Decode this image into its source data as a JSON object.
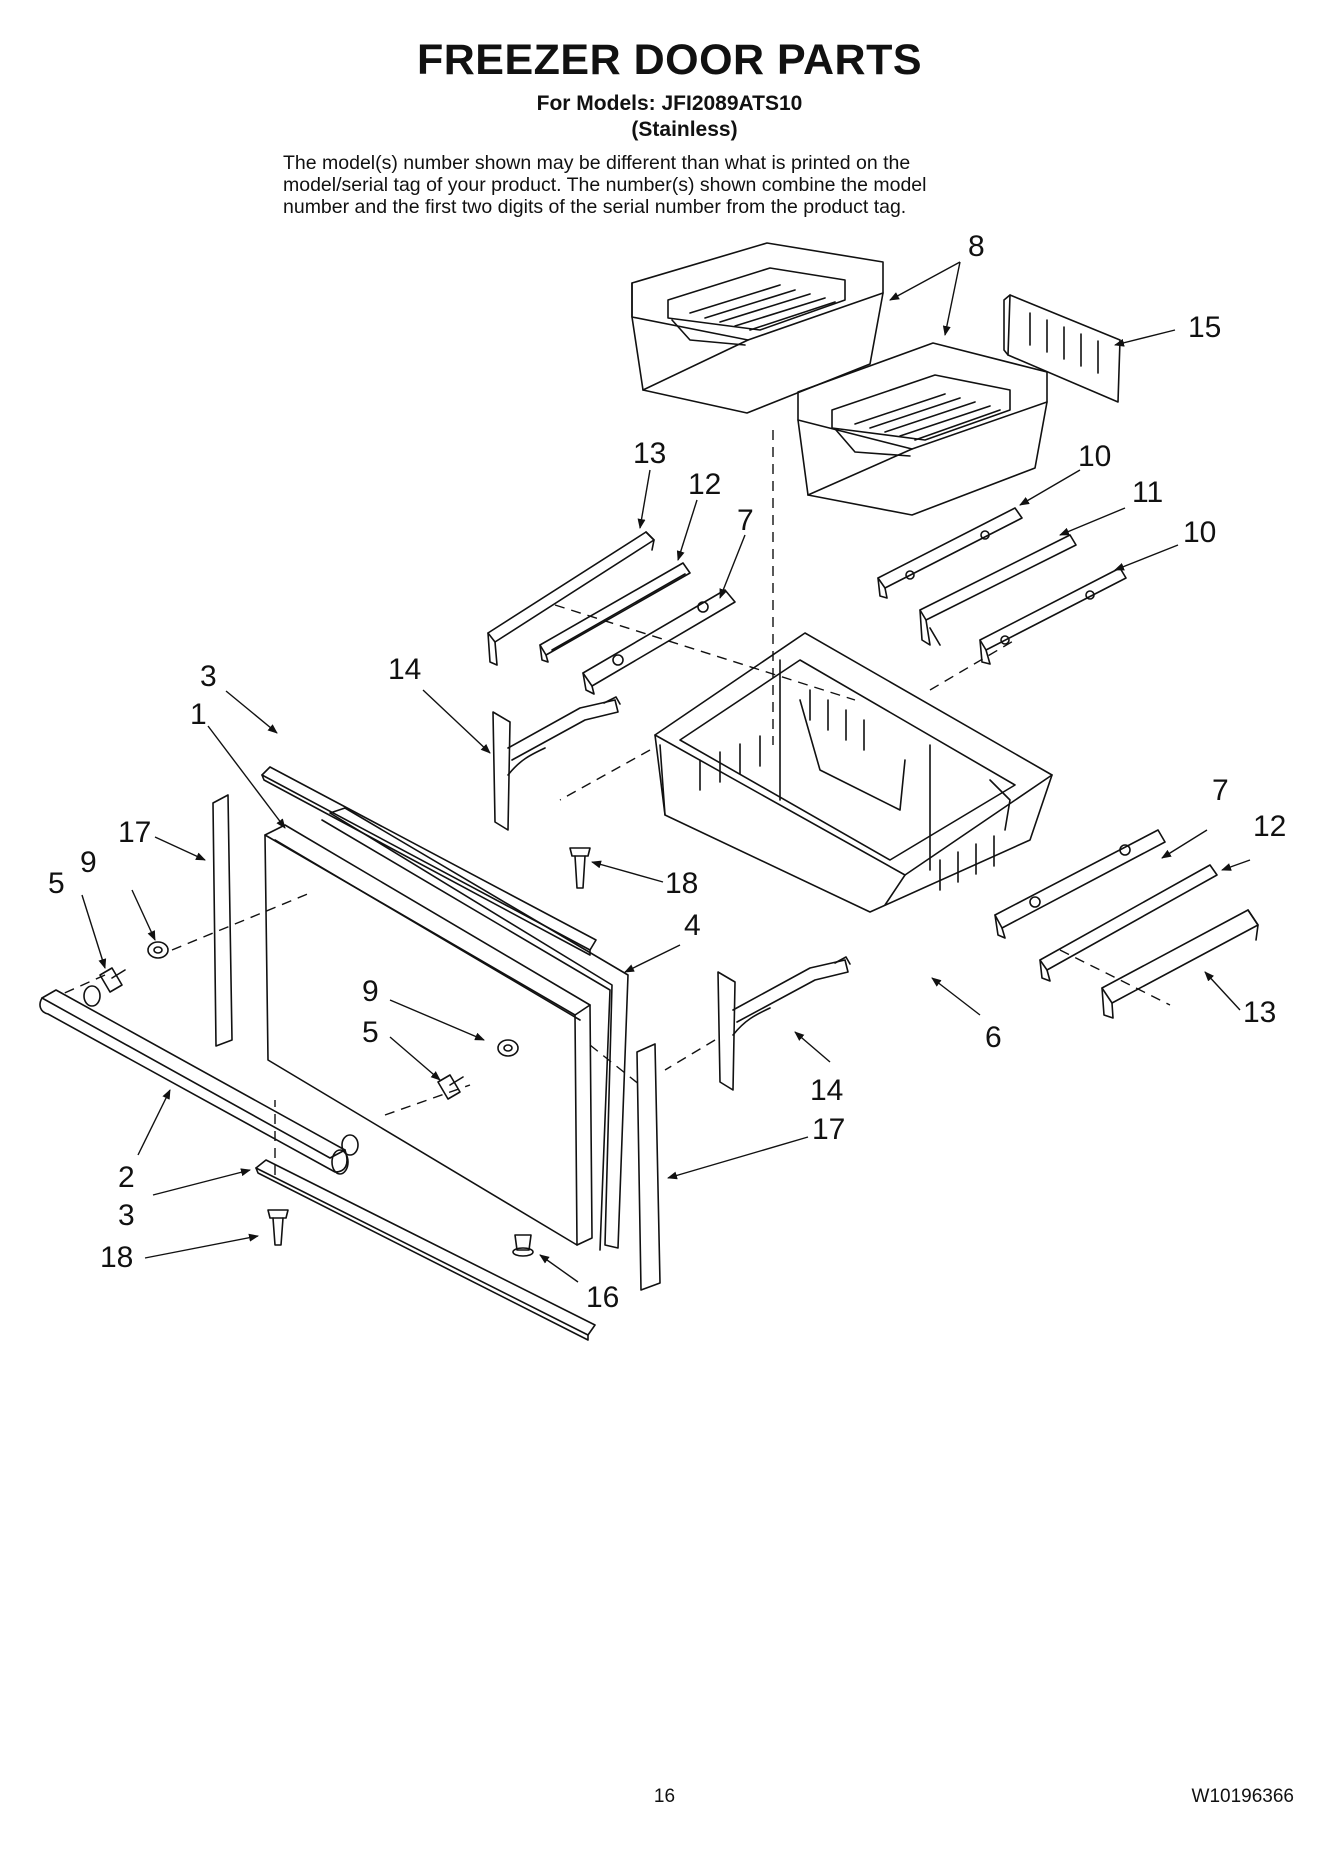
{
  "header": {
    "title": "FREEZER DOOR PARTS",
    "models": "For Models: JFI2089ATS10",
    "variant": "(Stainless)"
  },
  "notice": [
    "The model(s) number shown may be different than what is printed on the",
    "model/serial tag of your product. The number(s) shown combine the model",
    "number and the first two digits of the serial number from the product tag."
  ],
  "callouts": {
    "c8": "8",
    "c15": "15",
    "c13a": "13",
    "c12a": "12",
    "c7a": "7",
    "c10a": "10",
    "c11": "11",
    "c10b": "10",
    "c3a": "3",
    "c1": "1",
    "c14a": "14",
    "c17a": "17",
    "c9a": "9",
    "c5a": "5",
    "c18a": "18",
    "c4": "4",
    "c7b": "7",
    "c12b": "12",
    "c9b": "9",
    "c5b": "5",
    "c13b": "13",
    "c6": "6",
    "c14b": "14",
    "c17b": "17",
    "c2": "2",
    "c3b": "3",
    "c18b": "18",
    "c16": "16"
  },
  "footer": {
    "page": "16",
    "doc_number": "W10196366"
  }
}
